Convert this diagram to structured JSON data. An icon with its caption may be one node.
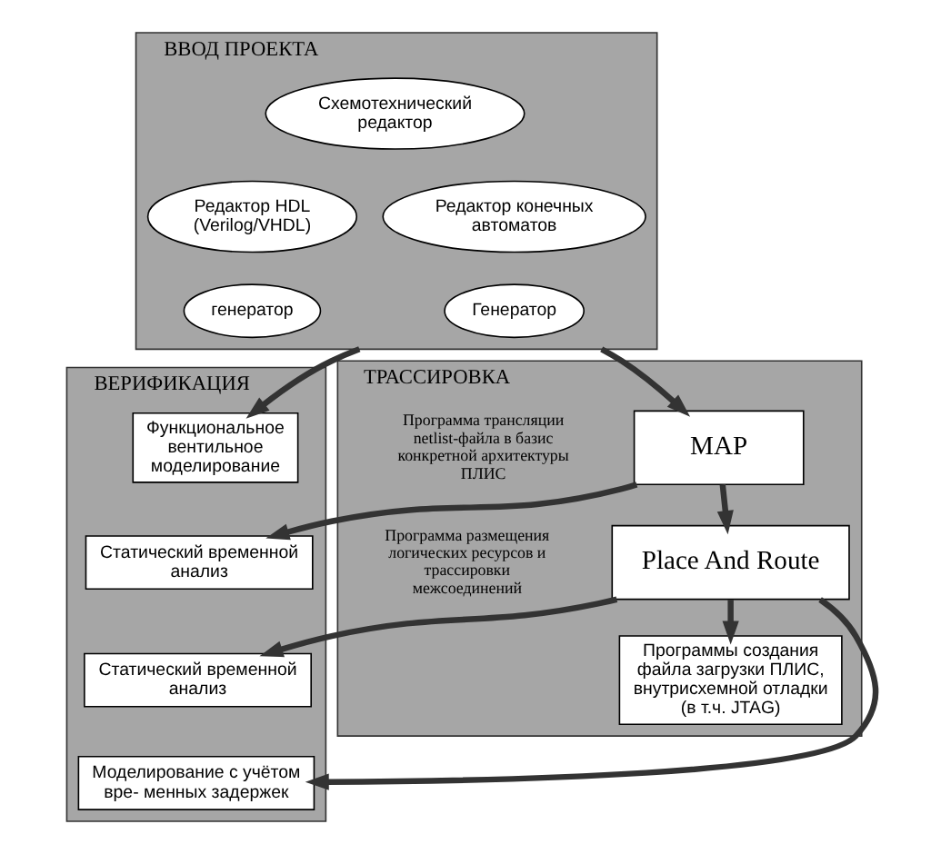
{
  "diagram": {
    "nodes": [
      {
        "text": [
          "ВВОД ПРОЕКТА"
        ]
      },
      {
        "text": [
          "Схемотехнический редактор"
        ],
        "in": 0
      },
      {
        "text": [
          "Редактор HDL (Verilog/VHDL)"
        ],
        "in": 0
      },
      {
        "text": [
          "Редактор конечных автоматов"
        ],
        "in": 0
      },
      {
        "text": [
          "генератор"
        ],
        "in": 0
      },
      {
        "text": [
          "Генератор"
        ],
        "in": 0
      },
      {
        "text": [
          "ВЕРИФИКАЦИЯ"
        ]
      },
      {
        "text": [
          "Функциональное вентильное моделирование"
        ],
        "in": 6
      },
      {
        "text": [
          "ТРАССИРОВКА"
        ]
      },
      {
        "text": [
          "MAP"
        ],
        "in": 8,
        "beside": [
          "Программа трансляции netlist-файла в базис конкретной архитектуры ПЛИС"
        ]
      },
      {
        "text": [
          "Place And Route"
        ],
        "in": 8,
        "beside": [
          "Программа размещения логических ресурсов и трассировки межсоединений"
        ]
      },
      {
        "text": [
          "Программы создания файла загрузки ПЛИС, внутрисхемной отладки (в т.ч. JTAG)"
        ],
        "in": 8
      },
      {
        "text": [
          "Статический временной анализ"
        ],
        "in": 6
      },
      {
        "text": [
          "Статический временной анализ"
        ],
        "in": 6
      },
      {
        "text": [
          "Моделирование с учётом вре- менных задержек"
        ],
        "in": 6
      }
    ],
    "edges": [
      {
        "from": 0,
        "to": 7,
        "arrow": "to"
      },
      {
        "from": 0,
        "to": 9,
        "arrow": "to"
      },
      {
        "from": 9,
        "to": 12,
        "arrow": "to"
      },
      {
        "from": 9,
        "to": 10,
        "arrow": "to"
      },
      {
        "from": 10,
        "to": 13,
        "arrow": "to"
      },
      {
        "from": 10,
        "to": 14,
        "arrow": "to"
      },
      {
        "from": 10,
        "to": 11,
        "arrow": "to"
      }
    ]
  }
}
